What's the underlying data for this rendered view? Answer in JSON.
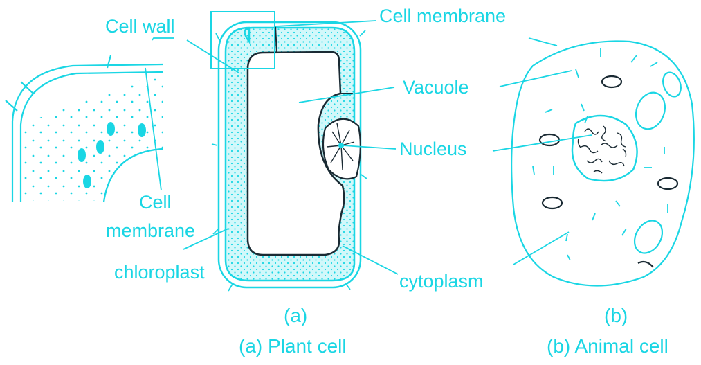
{
  "colors": {
    "ink": "#1ad6e4",
    "fill": "#aaf3f6",
    "dark": "#1a2a33"
  },
  "labels": {
    "cell_wall": "Cell wall",
    "cell_membrane_top": "Cell membrane",
    "vacuole": "Vacuole",
    "nucleus": "Nucleus",
    "cell_membrane_left_1": "Cell",
    "cell_membrane_left_2": "membrane",
    "chloroplast": "chloroplast",
    "cytoplasm": "cytoplasm"
  },
  "captions": {
    "a_short": "(a)",
    "b_short": "(b)",
    "a_full": "(a) Plant cell",
    "b_full": "(b) Animal cell"
  }
}
